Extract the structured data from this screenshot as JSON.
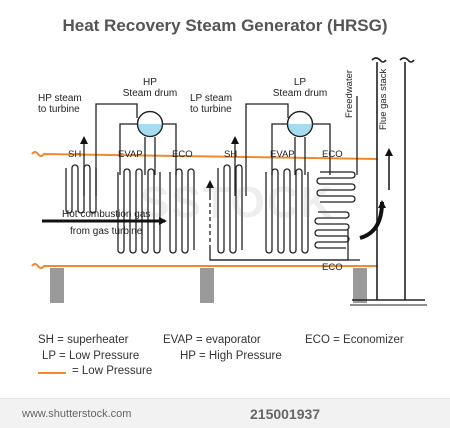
{
  "title": "Heat Recovery Steam Generator (HRSG)",
  "labels": {
    "hp_drum": "HP\nSteam drum",
    "lp_drum": "LP\nSteam drum",
    "hp_steam": "HP steam\nto turbine",
    "lp_steam": "LP steam\nto turbine",
    "feedwater": "Freedwater",
    "flue_stack": "Flue gas stack",
    "sh1": "SH",
    "evap1": "EVAP",
    "eco1": "ECO",
    "sh2": "SH",
    "evap2": "EVAP",
    "eco2": "ECO",
    "eco_bottom": "ECO",
    "hot_gas": "Hot combustion gas",
    "from_turbine": "from gas turbine"
  },
  "legend": {
    "sh": "SH = superheater",
    "evap": "EVAP = evaporator",
    "eco": "ECO = Economizer",
    "lp": "LP = Low Pressure",
    "hp": "HP = High Pressure",
    "orange": "= Low Pressure"
  },
  "colors": {
    "orange": "#f28a2a",
    "drum": "#a6dcef",
    "support": "#9a9a9a"
  },
  "watermark": {
    "main": "SSTOCK",
    "site": "www.shutterstock.com",
    "id": "215001937"
  }
}
